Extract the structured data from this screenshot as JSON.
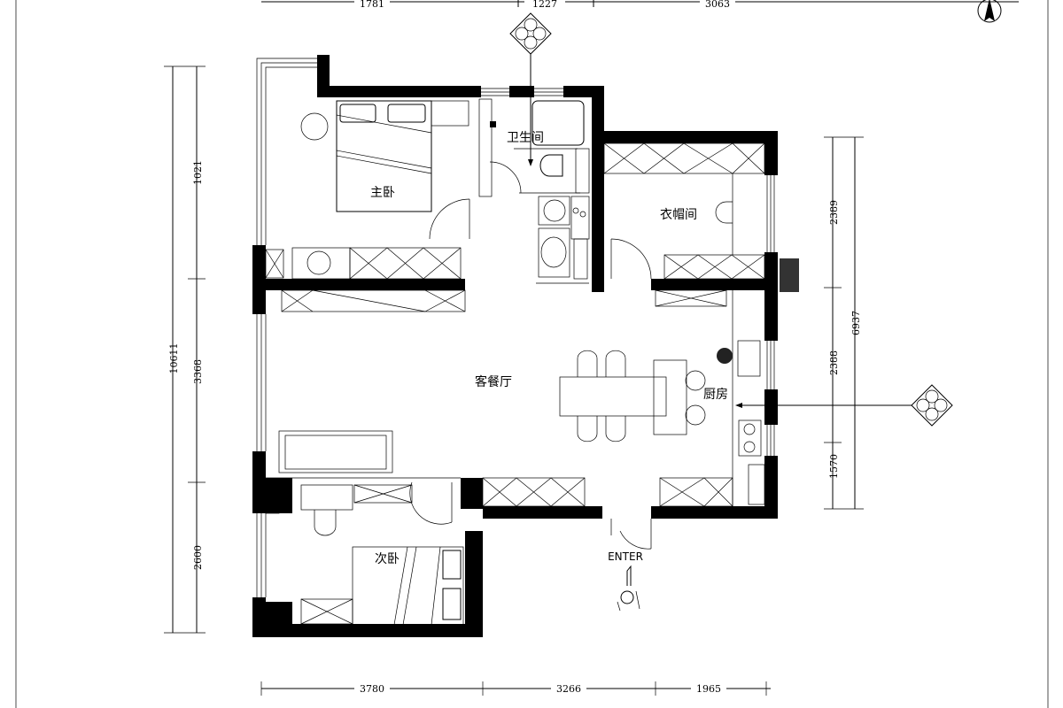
{
  "rooms": {
    "master_bedroom": "主卧",
    "bathroom": "卫生间",
    "cloakroom": "衣帽间",
    "living_dining": "客餐厅",
    "kitchen": "厨房",
    "second_bedroom": "次卧"
  },
  "entrance_label": "ENTER",
  "dimensions": {
    "top": [
      "1781",
      "1227",
      "3063"
    ],
    "bottom": [
      "3780",
      "3266",
      "1965"
    ],
    "left_total": "10611",
    "left": [
      "1021",
      "3368",
      "2600"
    ],
    "right_total": "6937",
    "right": [
      "2389",
      "2388",
      "1570"
    ]
  },
  "icons": [
    "north-arrow-icon",
    "section-marker-icon",
    "person-icon"
  ]
}
